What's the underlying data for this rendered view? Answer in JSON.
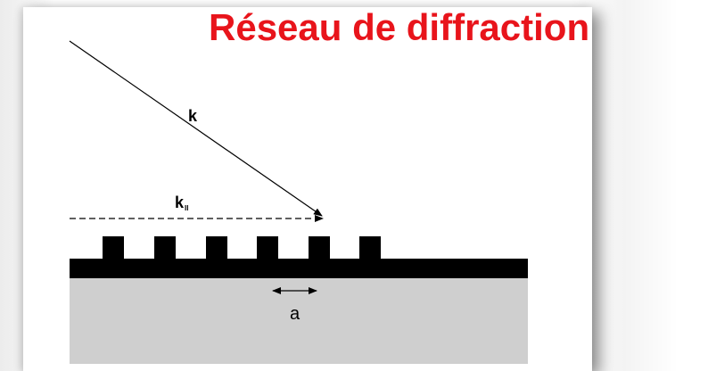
{
  "title": "Réseau de diffraction",
  "labels": {
    "k": "k",
    "k_parallel_base": "k",
    "k_parallel_sub": "II",
    "period": "a"
  },
  "colors": {
    "title": "#e8141b",
    "grating": "#000000",
    "substrate": "#cfcfcf",
    "background": "#ffffff"
  }
}
